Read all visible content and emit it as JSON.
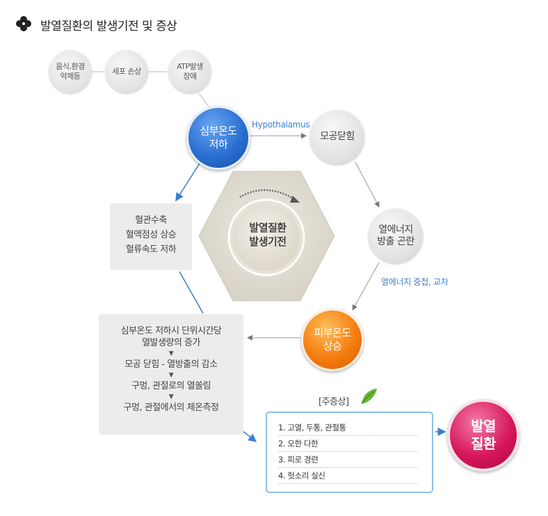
{
  "title": "발열질환의 발생기전 및 증상",
  "causes": [
    {
      "label": "음식,환경\n약제등"
    },
    {
      "label": "세포 손상"
    },
    {
      "label": "ATP발생\n장애"
    }
  ],
  "core_temp_drop": "심부온도\n저하",
  "hypothalamus_label": "Hypothalamus",
  "pore_closing": "모공닫힘",
  "heat_release_difficulty": "열에너지\n방출 곤란",
  "heat_accumulation_label": "열에너지 중첩, 교차",
  "skin_temp_rise": "피부온도\n상승",
  "center_label": "발열질환\n발생기전",
  "vascular_box": [
    "혈관수축",
    "혈액점성 상승",
    "혈류속도 저하"
  ],
  "process_box": [
    "심부온도 저하시 단위시간당",
    "열발생량의 증가",
    "모공 닫힘 - 열방출의 감소",
    "구멍, 관절로의 열쏠림",
    "구멍, 관절에서의 체온측정"
  ],
  "main_symptoms_label": "[주증상]",
  "symptoms": [
    "1. 고열, 두통, 관절통",
    "2. 오한 다한",
    "3. 피로 경련",
    "4. 헛소리 실신"
  ],
  "result": "발열\n질환",
  "colors": {
    "blue": "#2a6fd2",
    "orange": "#f57d10",
    "pink": "#d6195c",
    "arrow": "#3b7fd0"
  }
}
